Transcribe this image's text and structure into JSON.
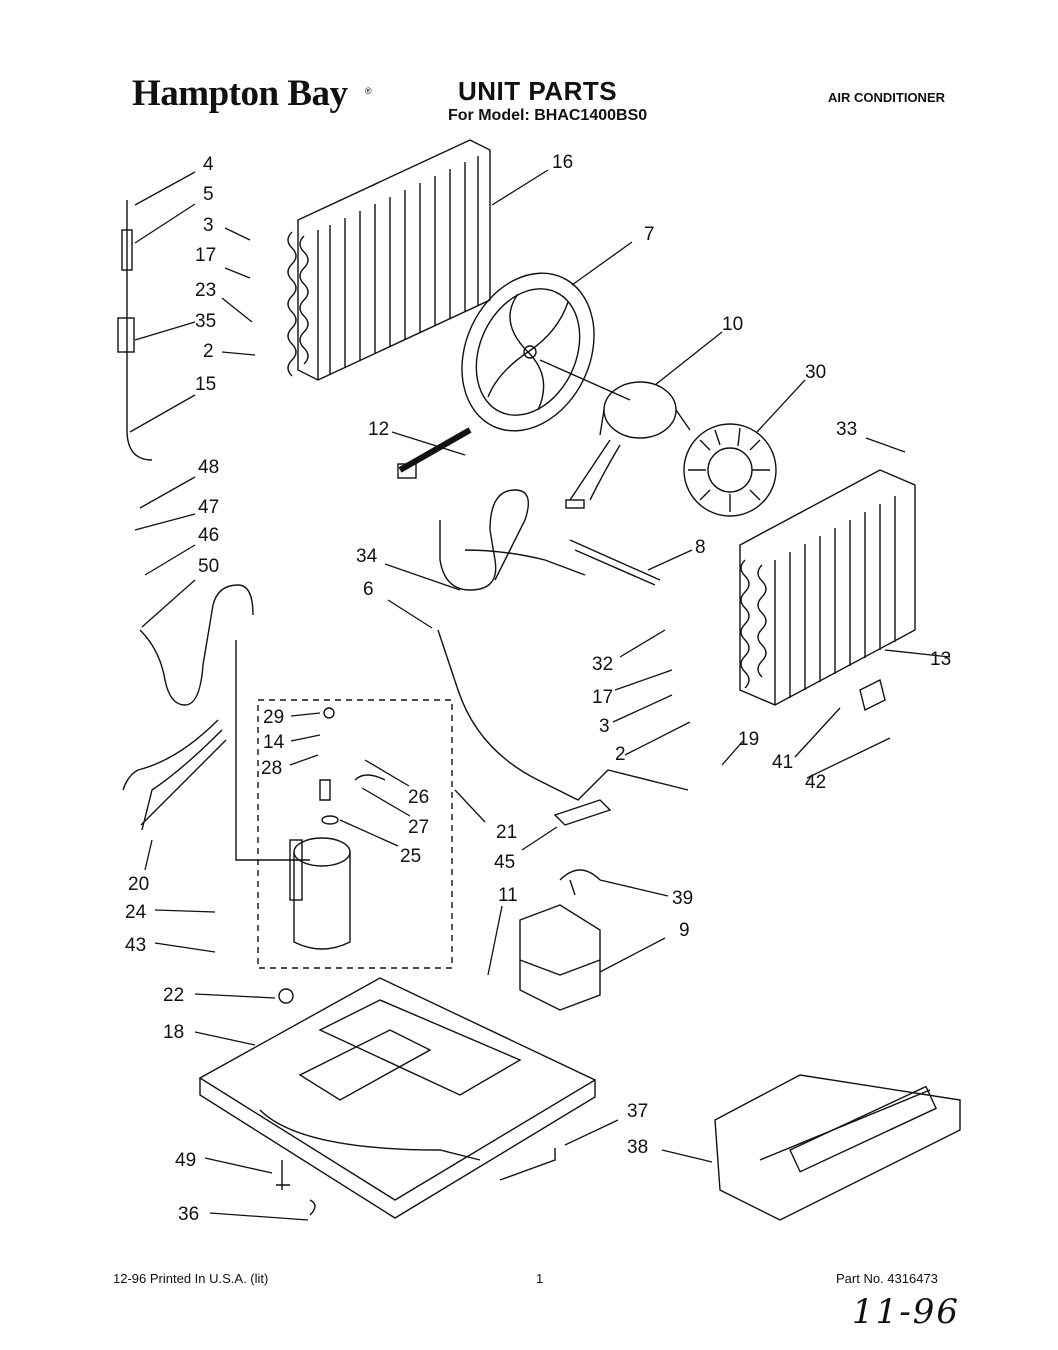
{
  "header": {
    "brand": "Hampton Bay",
    "brand_mark": "®",
    "title": "UNIT PARTS",
    "model": "For Model: BHAC1400BS0",
    "category": "AIR CONDITIONER"
  },
  "footer": {
    "printed": "12-96 Printed In U.S.A. (lit)",
    "page": "1",
    "part_no": "Part No. 4316473",
    "handwritten": "11-96"
  },
  "callouts": [
    "4",
    "5",
    "3",
    "17",
    "23",
    "35",
    "2",
    "15",
    "48",
    "47",
    "46",
    "50",
    "16",
    "7",
    "10",
    "30",
    "12",
    "33",
    "34",
    "8",
    "6",
    "13",
    "32",
    "17",
    "3",
    "2",
    "19",
    "41",
    "42",
    "29",
    "14",
    "28",
    "26",
    "27",
    "25",
    "21",
    "45",
    "20",
    "24",
    "43",
    "11",
    "39",
    "9",
    "22",
    "18",
    "49",
    "36",
    "37",
    "38"
  ]
}
